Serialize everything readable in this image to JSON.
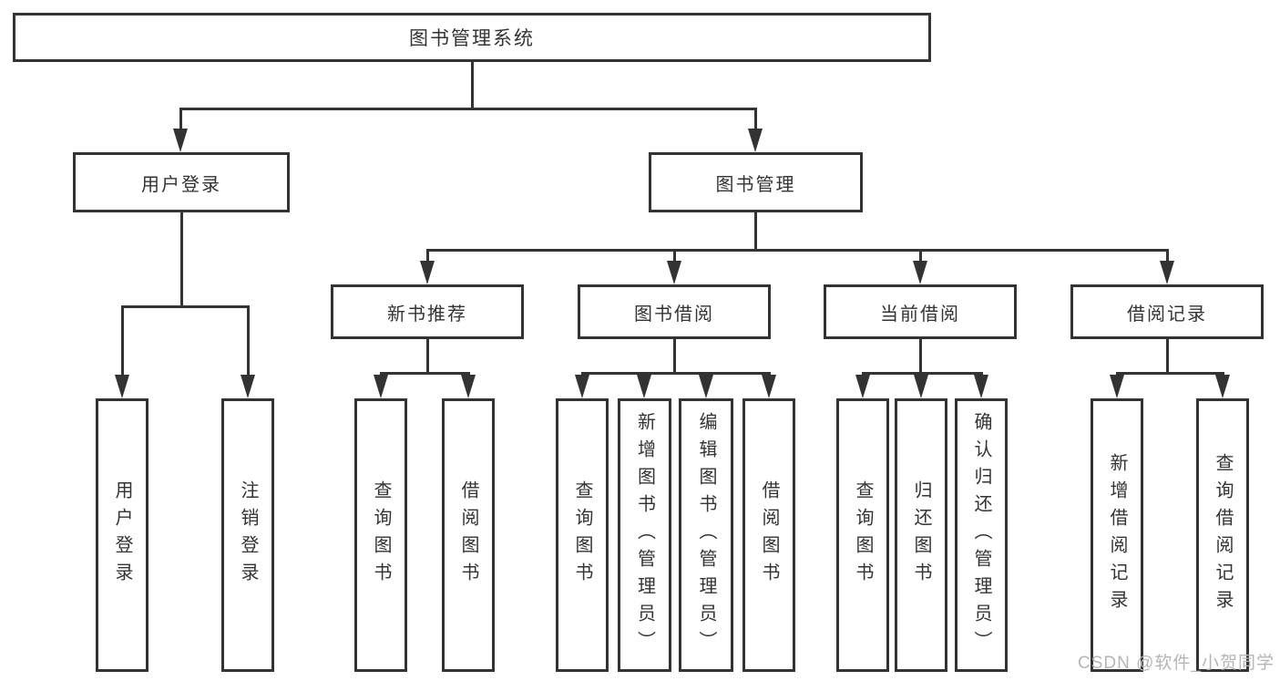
{
  "tree": {
    "label": "图书管理系统",
    "children": [
      {
        "label": "用户登录",
        "children": [
          {
            "label": "用户登录"
          },
          {
            "label": "注销登录"
          }
        ]
      },
      {
        "label": "图书管理",
        "children": [
          {
            "label": "新书推荐",
            "children": [
              {
                "label": "查询图书"
              },
              {
                "label": "借阅图书"
              }
            ]
          },
          {
            "label": "图书借阅",
            "children": [
              {
                "label": "查询图书"
              },
              {
                "label": "新增图书（管理员）"
              },
              {
                "label": "编辑图书（管理员）"
              },
              {
                "label": "借阅图书"
              }
            ]
          },
          {
            "label": "当前借阅",
            "children": [
              {
                "label": "查询图书"
              },
              {
                "label": "归还图书"
              },
              {
                "label": "确认归还（管理员）"
              }
            ]
          },
          {
            "label": "借阅记录",
            "children": [
              {
                "label": "新增借阅记录"
              },
              {
                "label": "查询借阅记录"
              }
            ]
          }
        ]
      }
    ]
  },
  "watermark": {
    "text": "CSDN @软件_小贺同学"
  },
  "colors": {
    "line": "#333333",
    "text": "#333333",
    "background": "#ffffff",
    "watermark": "#b5b5b5"
  }
}
